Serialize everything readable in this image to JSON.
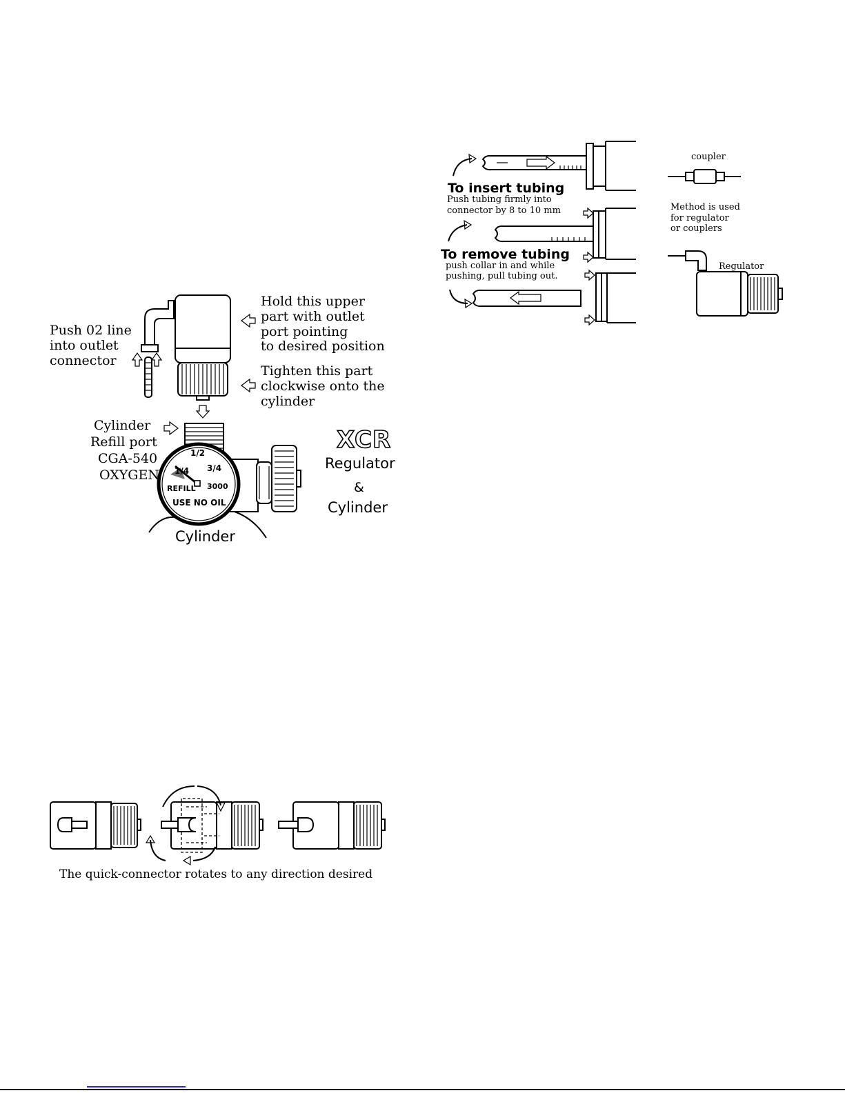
{
  "diagram_left": {
    "push_o2_line": [
      "Push 02 line",
      "into  outlet",
      "connector"
    ],
    "hold_upper": [
      "Hold this upper",
      "part with outlet",
      "port  pointing",
      "to desired position"
    ],
    "tighten": [
      "Tighten this part",
      "clockwise onto the",
      "cylinder"
    ],
    "cylinder_refill": [
      "Cylinder",
      "Refill port",
      "CGA-540",
      "OXYGEN"
    ],
    "gauge": {
      "quarter": "1/4",
      "half": "1/2",
      "three_quarter": "3/4",
      "pressure": "3000",
      "refill": "REFILL",
      "use_no_oil": "USE NO OIL"
    },
    "cylinder_label": "Cylinder",
    "brand": "XCR",
    "regulator": "Regulator",
    "ampersand": "&",
    "cylinder_word": "Cylinder"
  },
  "diagram_right": {
    "insert_heading": "To insert tubing",
    "insert_desc": [
      "Push tubing firmly into",
      "connector  by 8 to 10 mm"
    ],
    "remove_heading": "To remove tubing",
    "remove_desc": [
      "push  collar in and while",
      "pushing, pull tubing out."
    ],
    "coupler": "coupler",
    "method": [
      "Method is used",
      "for regulator",
      "or couplers"
    ],
    "regulator": "Regulator"
  },
  "rotation_caption": "The quick-connector rotates to any direction desired"
}
